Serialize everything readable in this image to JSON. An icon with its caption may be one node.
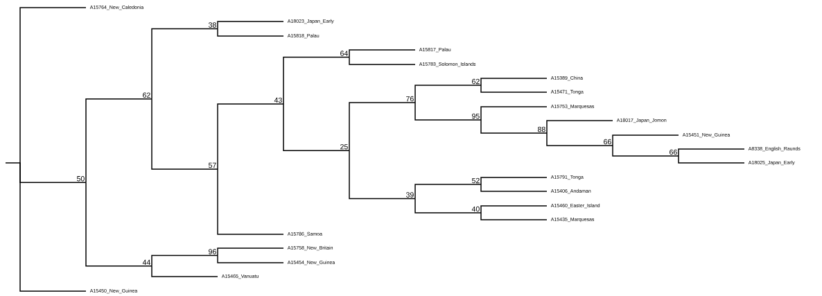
{
  "diagram": {
    "nodes": [
      {
        "text": [],
        "shape": "point"
      },
      {
        "text": [
          "A15764_New_Caledonia"
        ]
      },
      {
        "text": [
          "50"
        ]
      },
      {
        "text": [
          "62"
        ]
      },
      {
        "text": [
          "38"
        ]
      },
      {
        "text": [
          "A18023_Japan_Early"
        ]
      },
      {
        "text": [
          "A15818_Palau"
        ]
      },
      {
        "text": [
          "57"
        ]
      },
      {
        "text": [
          "43"
        ]
      },
      {
        "text": [
          "64"
        ]
      },
      {
        "text": [
          "A15817_Palau"
        ]
      },
      {
        "text": [
          "A15783_Solomon_Islands"
        ]
      },
      {
        "text": [
          "25"
        ]
      },
      {
        "text": [
          "76"
        ]
      },
      {
        "text": [
          "62"
        ]
      },
      {
        "text": [
          "A15389_China"
        ]
      },
      {
        "text": [
          "A15471_Tonga"
        ]
      },
      {
        "text": [
          "95"
        ]
      },
      {
        "text": [
          "A15753_Marquesas"
        ]
      },
      {
        "text": [
          "88"
        ]
      },
      {
        "text": [
          "A18017_Japan_Jomon"
        ]
      },
      {
        "text": [
          "66"
        ]
      },
      {
        "text": [
          "A15451_New_Guinea"
        ]
      },
      {
        "text": [
          "66"
        ]
      },
      {
        "text": [
          "A8338_English_Raunds"
        ]
      },
      {
        "text": [
          "A18025_Japan_Early"
        ]
      },
      {
        "text": [
          "39"
        ]
      },
      {
        "text": [
          "52"
        ]
      },
      {
        "text": [
          "A15791_Tonga"
        ]
      },
      {
        "text": [
          "A15406_Andaman"
        ]
      },
      {
        "text": [
          "40"
        ]
      },
      {
        "text": [
          "A15460_Easter_Island"
        ]
      },
      {
        "text": [
          "A15435_Marquesas"
        ]
      },
      {
        "text": [
          "A15786_Samoa"
        ]
      },
      {
        "text": [
          "44"
        ]
      },
      {
        "text": [
          "96"
        ]
      },
      {
        "text": [
          "A15758_New_Britain"
        ]
      },
      {
        "text": [
          "A15454_New_Guinea"
        ]
      },
      {
        "text": [
          "A15465_Vanuatu"
        ]
      },
      {
        "text": [
          "A15450_New_Guinea"
        ]
      }
    ],
    "edges": [
      {
        "from": null,
        "to": 0,
        "arrow": "none"
      },
      {
        "from": 0,
        "to": 1,
        "arrow": "none"
      },
      {
        "from": 0,
        "to": 2,
        "arrow": "none"
      },
      {
        "from": 0,
        "to": 39,
        "arrow": "none"
      },
      {
        "from": 2,
        "to": 3,
        "arrow": "none"
      },
      {
        "from": 2,
        "to": 34,
        "arrow": "none"
      },
      {
        "from": 3,
        "to": 4,
        "arrow": "none"
      },
      {
        "from": 3,
        "to": 7,
        "arrow": "none"
      },
      {
        "from": 4,
        "to": 5,
        "arrow": "none"
      },
      {
        "from": 4,
        "to": 6,
        "arrow": "none"
      },
      {
        "from": 7,
        "to": 8,
        "arrow": "none"
      },
      {
        "from": 7,
        "to": 33,
        "arrow": "none"
      },
      {
        "from": 8,
        "to": 9,
        "arrow": "none"
      },
      {
        "from": 8,
        "to": 12,
        "arrow": "none"
      },
      {
        "from": 9,
        "to": 10,
        "arrow": "none"
      },
      {
        "from": 9,
        "to": 11,
        "arrow": "none"
      },
      {
        "from": 12,
        "to": 13,
        "arrow": "none"
      },
      {
        "from": 12,
        "to": 26,
        "arrow": "none"
      },
      {
        "from": 13,
        "to": 14,
        "arrow": "none"
      },
      {
        "from": 13,
        "to": 17,
        "arrow": "none"
      },
      {
        "from": 14,
        "to": 15,
        "arrow": "none"
      },
      {
        "from": 14,
        "to": 16,
        "arrow": "none"
      },
      {
        "from": 17,
        "to": 18,
        "arrow": "none"
      },
      {
        "from": 17,
        "to": 19,
        "arrow": "none"
      },
      {
        "from": 19,
        "to": 20,
        "arrow": "none"
      },
      {
        "from": 19,
        "to": 21,
        "arrow": "none"
      },
      {
        "from": 21,
        "to": 22,
        "arrow": "none"
      },
      {
        "from": 21,
        "to": 23,
        "arrow": "none"
      },
      {
        "from": 23,
        "to": 24,
        "arrow": "none"
      },
      {
        "from": 23,
        "to": 25,
        "arrow": "none"
      },
      {
        "from": 26,
        "to": 27,
        "arrow": "none"
      },
      {
        "from": 26,
        "to": 30,
        "arrow": "none"
      },
      {
        "from": 27,
        "to": 28,
        "arrow": "none"
      },
      {
        "from": 27,
        "to": 29,
        "arrow": "none"
      },
      {
        "from": 30,
        "to": 31,
        "arrow": "none"
      },
      {
        "from": 30,
        "to": 32,
        "arrow": "none"
      },
      {
        "from": 34,
        "to": 35,
        "arrow": "none"
      },
      {
        "from": 34,
        "to": 38,
        "arrow": "none"
      },
      {
        "from": 35,
        "to": 36,
        "arrow": "none"
      },
      {
        "from": 35,
        "to": 37,
        "arrow": "none"
      }
    ]
  }
}
